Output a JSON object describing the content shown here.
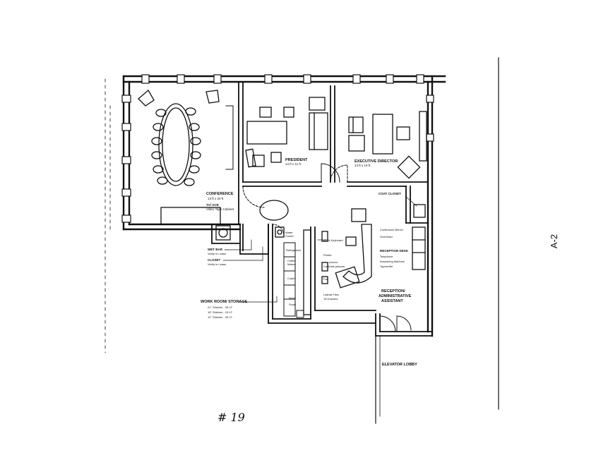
{
  "sheet": {
    "sheet_number": "A-2",
    "handwritten_note": "# 19"
  },
  "rooms": {
    "conference": {
      "name": "CONFERENCE",
      "size": "13 ft x 20 ft"
    },
    "tv_vcr": {
      "line1": "TV/ VCR",
      "line2": "Video Tape Cabinet"
    },
    "president": {
      "name": "PRESIDENT",
      "size": "14 ft x 11 ft"
    },
    "executive_director": {
      "name": "EXECUTIVE DIRECTOR",
      "size": "14 ft x 10 ft"
    },
    "coat_closet": {
      "name": "COAT CLOSET"
    },
    "wet_bar": {
      "name": "WET BAR",
      "note": "Verify in Lease"
    },
    "closet": {
      "name": "CLOSET",
      "note": "Verify in Lease"
    },
    "work_room": {
      "name": "WORK ROOM/ STORAGE",
      "lines": [
        "21\" Shelves - 30 LF",
        "18\" Shelves - 15 LF",
        "12\" Shelves - 30 LF"
      ]
    },
    "reception": {
      "line1": "RECEPTION/",
      "line2": "ADMINISTRATIVE",
      "line3": "ASSISTANT"
    },
    "elevator_lobby": {
      "name": "ELEVATOR LOBBY"
    }
  },
  "fixtures": {
    "water_cooler": {
      "line1": "Water",
      "line2": "Cooler"
    },
    "refrigerator": "Refrigerator",
    "coffee_maker": {
      "line1": "Coffee",
      "line2": "Maker"
    },
    "copier": "Copier",
    "meter": "Meter",
    "scale": "Scale",
    "pc_keyboard": "PC & Keyboard",
    "printer": "Printer",
    "cabinets": "Cabinets (above)",
    "fax": "Fax",
    "lateral_files": {
      "line1": "Lateral Files",
      "line2": "15 Drawers"
    },
    "continuous_bench": "Continuous Bench",
    "overhead": "Overhead",
    "reception_desk": "RECEPTION DESK",
    "telephone": "Telephone",
    "answering_machine": "Answering Machine",
    "typewriter": "Typewriter"
  }
}
